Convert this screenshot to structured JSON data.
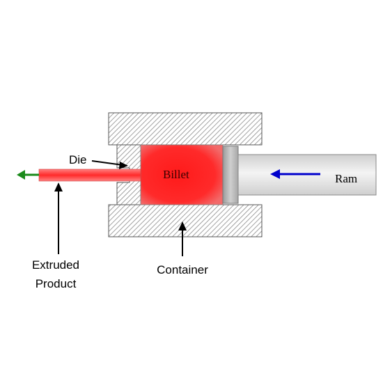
{
  "diagram": {
    "labels": {
      "die": "Die",
      "billet": "Billet",
      "ram": "Ram",
      "product_line1": "Extruded",
      "product_line2": "Product",
      "container": "Container"
    },
    "colors": {
      "billet": "#ff2020",
      "product": "#ff3b3b",
      "ram_arrow": "#0000cc",
      "exit_arrow": "#1a8a1a",
      "hatch": "#8a8a8a",
      "ram_body": "#e4e4e4"
    },
    "icons": [
      "exit-direction-arrow",
      "ram-direction-arrow",
      "pointer-arrow"
    ]
  }
}
